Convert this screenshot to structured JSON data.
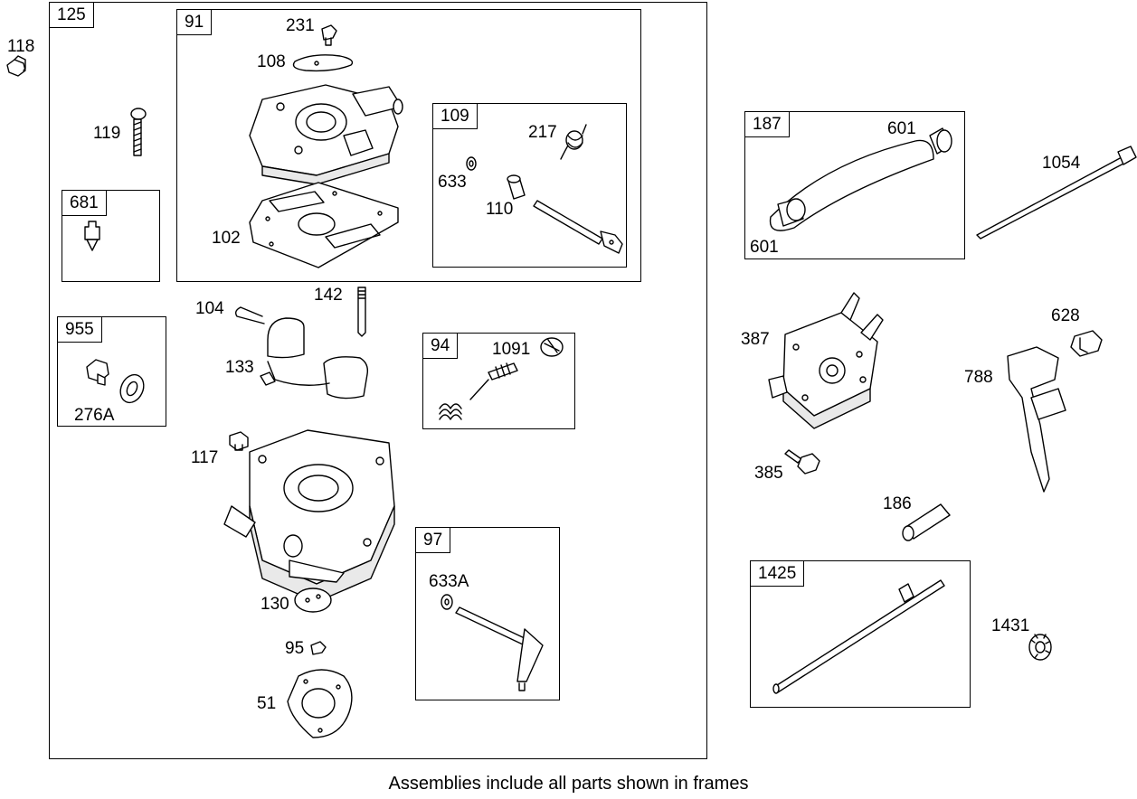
{
  "footer": "Assemblies include all parts shown in frames",
  "frames": {
    "f125": "125",
    "f91": "91",
    "f109": "109",
    "f681": "681",
    "f955": "955",
    "f94": "94",
    "f97": "97",
    "f187": "187",
    "f1425": "1425"
  },
  "parts": {
    "p118": "118",
    "p119": "119",
    "p231": "231",
    "p108": "108",
    "p102": "102",
    "p217": "217",
    "p633": "633",
    "p110": "110",
    "p276a": "276A",
    "p104": "104",
    "p142": "142",
    "p133": "133",
    "p1091": "1091",
    "p117": "117",
    "p130": "130",
    "p95": "95",
    "p51": "51",
    "p633a": "633A",
    "p601a": "601",
    "p601b": "601",
    "p1054": "1054",
    "p387": "387",
    "p628": "628",
    "p788": "788",
    "p385": "385",
    "p186": "186",
    "p1431": "1431"
  }
}
